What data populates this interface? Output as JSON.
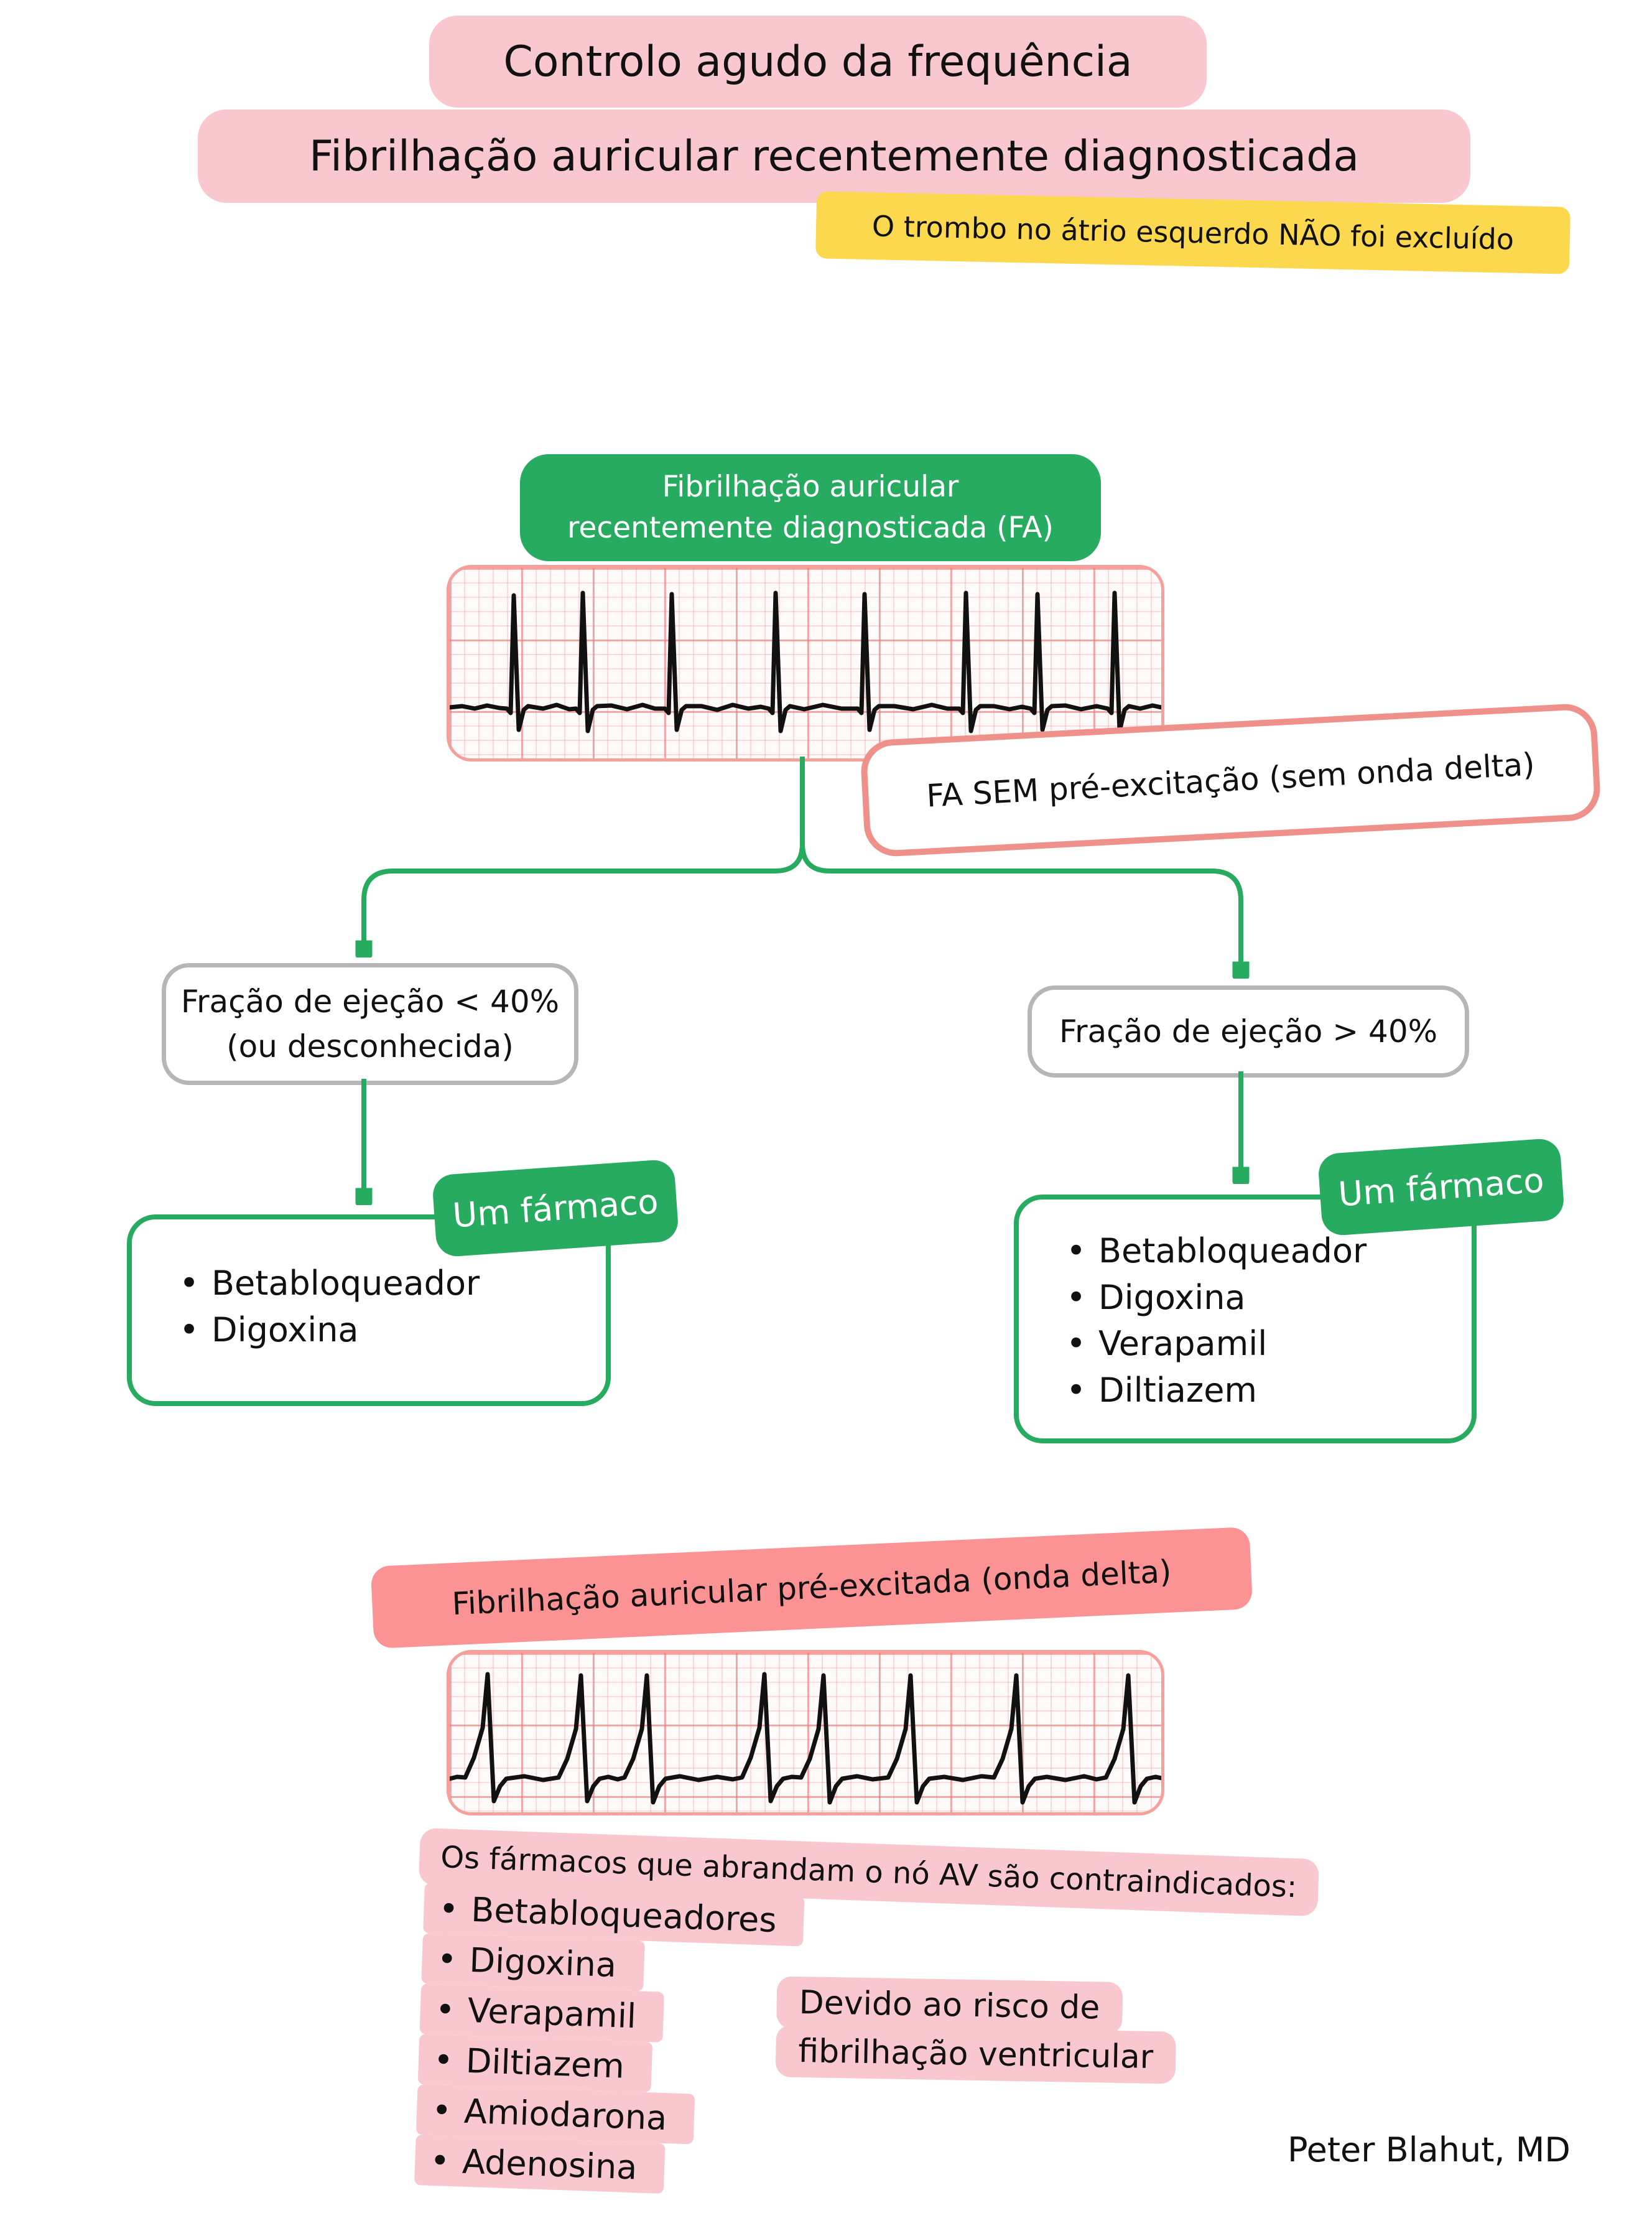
{
  "colors": {
    "green": "#27ab60",
    "light_pink": "#f9c8ce",
    "salmon": "#fb9394",
    "yellow": "#fbd84d",
    "coral_border": "#f0908a",
    "gray_border": "#b6b6b6"
  },
  "header": {
    "title_line1": "Controlo agudo da frequência",
    "title_line2": "Fibrilhação auricular recentemente diagnosticada",
    "warning": "O trombo no átrio esquerdo NÃO foi excluído"
  },
  "flowchart": {
    "root": {
      "line1": "Fibrilhação auricular",
      "line2": "recentemente diagnosticada (FA)"
    },
    "no_preexcitation_label": "FA SEM pré-excitação (sem onda delta)",
    "left": {
      "condition_line1": "Fração de ejeção < 40%",
      "condition_line2": "(ou desconhecida)",
      "tag": "Um fármaco",
      "drugs": [
        "Betabloqueador",
        "Digoxina"
      ]
    },
    "right": {
      "condition": "Fração de ejeção > 40%",
      "tag": "Um fármaco",
      "drugs": [
        "Betabloqueador",
        "Digoxina",
        "Verapamil",
        "Diltiazem"
      ]
    }
  },
  "preexcited": {
    "banner": "Fibrilhação auricular pré-excitada (onda delta)",
    "heading": "Os fármacos que abrandam o nó AV são contraindicados:",
    "drugs": [
      "Betabloqueadores",
      "Digoxina",
      "Verapamil",
      "Diltiazem",
      "Amiodarona",
      "Adenosina"
    ],
    "reason_line1": "Devido ao risco de",
    "reason_line2": "fibrilhação ventricular"
  },
  "footer": {
    "credit": "Peter Blahut, MD"
  }
}
